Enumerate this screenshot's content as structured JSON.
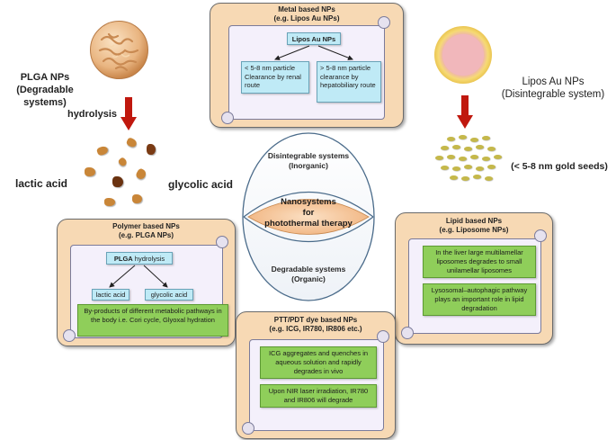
{
  "plga": {
    "name": "PLGA NPs",
    "subtitle": "(Degradable systems)",
    "process": "hydrolysis",
    "product_left": "lactic acid",
    "product_right": "glycolic acid"
  },
  "lipos_au": {
    "name": "Lipos Au NPs",
    "subtitle": "(Disintegrable system)",
    "seeds_label": "(< 5-8 nm gold seeds)"
  },
  "metal_panel": {
    "title_line1": "Metal based NPs",
    "title_line2": "(e.g. Lipos Au NPs)",
    "center_box": "Lipos Au NPs",
    "left_box": "< 5-8 nm particle Clearance by renal route",
    "right_box": "> 5-8 nm particle clearance by hepatobiliary route"
  },
  "center": {
    "top_label_line1": "Disintegrable systems",
    "top_label_line2": "(Inorganic)",
    "core_line1": "Nanosystems",
    "core_line2": "for",
    "core_line3": "photothermal therapy",
    "bottom_label_line1": "Degradable systems",
    "bottom_label_line2": "(Organic)"
  },
  "polymer_panel": {
    "title_line1": "Polymer based NPs",
    "title_line2": "(e.g. PLGA NPs)",
    "top_box_bold": "PLGA",
    "top_box_rest": " hydrolysis",
    "left_box": "lactic acid",
    "right_box": "glycolic acid",
    "green_box": "By-products of different metabolic pathways in the body i.e. Cori cycle, Glyoxal hydration"
  },
  "lipid_panel": {
    "title_line1": "Lipid based NPs",
    "title_line2": "(e.g. Liposome NPs)",
    "box1": "In the liver large multilamellar liposomes degrades to small unilamellar liposomes",
    "box2": "Lysosomal–autophagic pathway plays an important role in lipid degradation"
  },
  "dye_panel": {
    "title_line1": "PTT/PDT dye based NPs",
    "title_line2": "(e.g. ICG, IR780, IR806 etc.)",
    "box1": "ICG aggregates and quenches in aqueous solution and rapidly degrades in vivo",
    "box2": "Upon NIR laser irradiation, IR780 and IR806 will degrade"
  },
  "colors": {
    "panel": "#f7d9b4",
    "scroll": "#f4f0fb",
    "cyan_box": "#bfeaf6",
    "green_box": "#8fce5a",
    "red_arrow": "#c0180e",
    "core_fill": "#f6c79a"
  }
}
